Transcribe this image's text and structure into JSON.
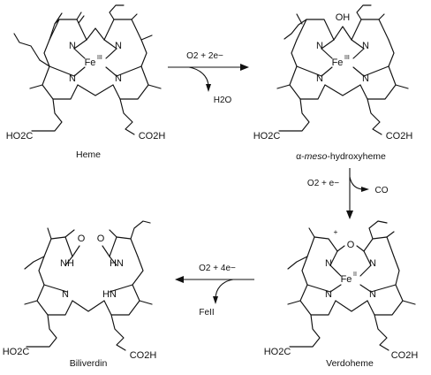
{
  "compounds": {
    "heme": {
      "name": "Heme",
      "metal": "Fe",
      "oxidation": "III",
      "left_acid": "HO2C",
      "right_acid": "CO2H"
    },
    "hydroxyheme": {
      "name": "α-meso-hydroxyheme",
      "name_prefix": "α-",
      "name_italic": "meso",
      "name_suffix": "-hydroxyheme",
      "metal": "Fe",
      "oxidation": "III",
      "substituent": "OH",
      "left_acid": "HO2C",
      "right_acid": "CO2H"
    },
    "verdoheme": {
      "name": "Verdoheme",
      "metal": "Fe",
      "oxidation": "II",
      "ring_oxygen": "O",
      "charge": "+",
      "left_acid": "HO2C",
      "right_acid": "CO2H"
    },
    "biliverdin": {
      "name": "Biliverdin",
      "left_acid": "HO2C",
      "right_acid": "CO2H"
    }
  },
  "atoms": {
    "nitrogen": "N",
    "amine": "NH",
    "amine_rev": "HN",
    "carbonyl_o": "O"
  },
  "steps": [
    {
      "reagent": "O2 + 2e−",
      "byproduct": "H2O"
    },
    {
      "reagent": "O2 + e−",
      "byproduct": "CO"
    },
    {
      "reagent": "O2 + 4e−",
      "byproduct": "FeII"
    }
  ]
}
